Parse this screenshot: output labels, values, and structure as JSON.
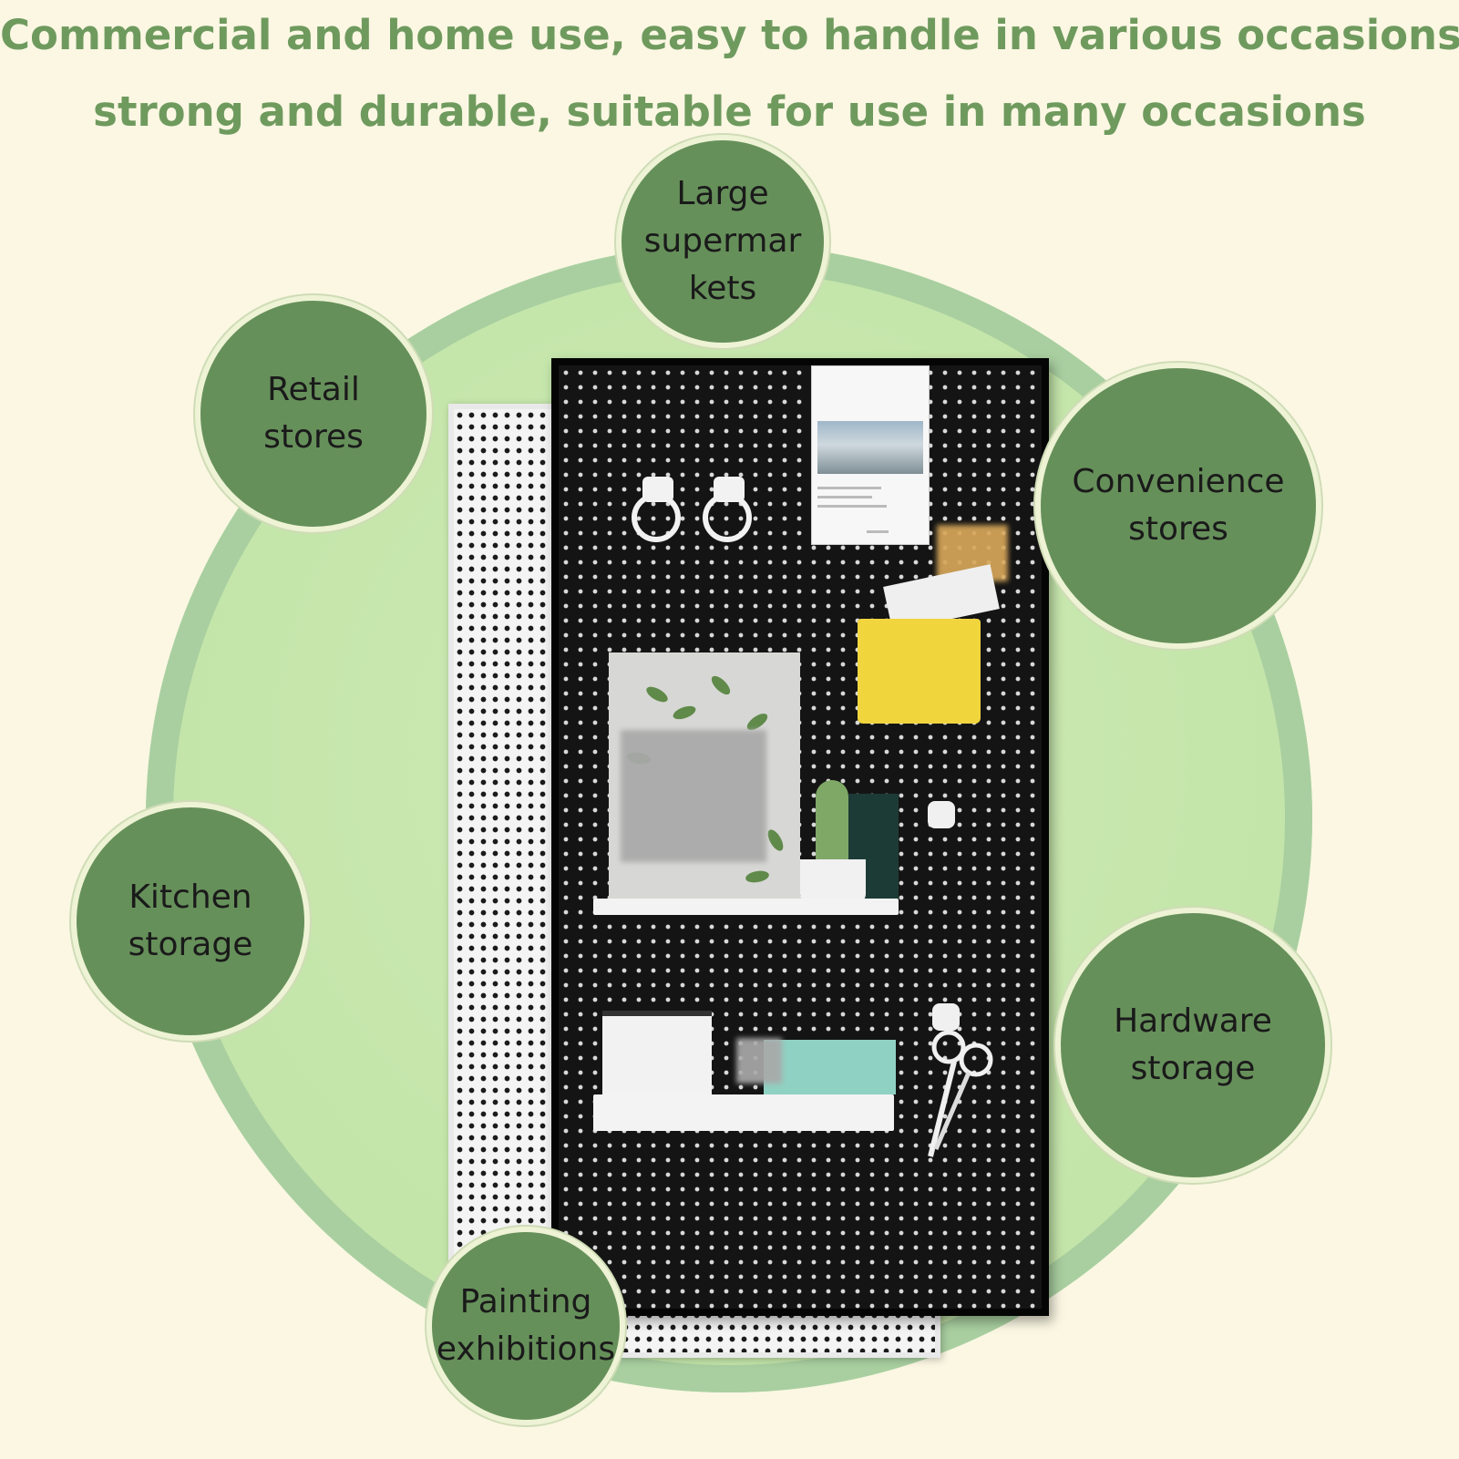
{
  "headline": {
    "line1": "Commercial and home use, easy to handle in various occasions,",
    "line2": "strong and durable, suitable for use in many occasions"
  },
  "bubbles": {
    "large_supermarkets": "Large\nsupermar\nkets",
    "retail_stores": "Retail\nstores",
    "convenience_stores": "Convenience\nstores",
    "kitchen_storage": "Kitchen\nstorage",
    "hardware_storage": "Hardware\nstorage",
    "painting_exhibitions": "Painting\nexhibitions"
  },
  "colors": {
    "headline_green": "#6f9a5e",
    "bubble_green": "#66905a",
    "background_cream": "#fbf7e3",
    "circle_green": "#c5e6ab"
  }
}
